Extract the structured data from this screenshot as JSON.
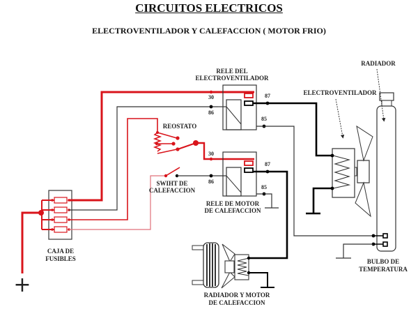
{
  "header": {
    "title": "CIRCUITOS ELECTRICOS",
    "subtitle": "ELECTROVENTILADOR Y CALEFACCION ( MOTOR FRIO)"
  },
  "colors": {
    "power_wire": "#d9141b",
    "power_wire_light": "#e0505a",
    "ground_wire": "#000000",
    "signal_wire": "#333333"
  },
  "labels": {
    "relay_fan_line1": "RELE DEL",
    "relay_fan_line2": "ELECTROVENTILADOR",
    "relay_heater_line1": "RELE DE MOTOR",
    "relay_heater_line2": "DE CALEFACCION",
    "rheostat": "REOSTATO",
    "heater_switch_line1": "SWIHT DE",
    "heater_switch_line2": "CALEFACCION",
    "fuse_box_line1": "CAJA DE",
    "fuse_box_line2": "FUSIBLES",
    "fan": "ELECTROVENTILADOR",
    "radiator": "RADIADOR",
    "temp_bulb_line1": "BULBO DE",
    "temp_bulb_line2": "TEMPERATURA",
    "heater_unit_line1": "RADIADOR Y MOTOR",
    "heater_unit_line2": "DE CALEFACCION",
    "battery_positive": "+"
  },
  "terminals": {
    "fan_relay": {
      "t30": "30",
      "t86": "86",
      "t87": "87",
      "t85": "85"
    },
    "heater_relay": {
      "t30": "30",
      "t86": "86",
      "t87": "87",
      "t85": "85"
    }
  }
}
